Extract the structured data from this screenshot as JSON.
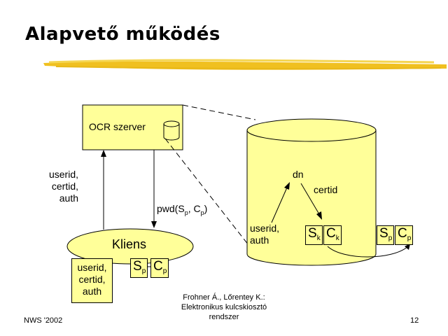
{
  "slide": {
    "title": "Alapvető működés",
    "footer_left": "NWS '2002",
    "footer_center": [
      "Frohner Á., Lőrentey K.:",
      "Elektronikus kulcskiosztó",
      "rendszer"
    ],
    "page_number": "12"
  },
  "diagram": {
    "server_label": "OCR szerver",
    "client_label": "Kliens",
    "left_labels": [
      "userid,",
      "certid,",
      "auth"
    ],
    "client_box_labels": [
      "userid,",
      "certid,",
      "auth"
    ],
    "pwd_label": {
      "text": "pwd(S",
      "sub1": "p",
      "mid": ", C",
      "sub2": "p",
      "end": ")"
    },
    "dn_label": "dn",
    "certid_label": "certid",
    "db_left_labels": [
      "userid,",
      "auth"
    ],
    "keys": {
      "S": "S",
      "C": "C",
      "sub_k": "k",
      "sub_p": "p"
    }
  },
  "colors": {
    "fill": "#ffff99",
    "brush": "#f0c020"
  }
}
